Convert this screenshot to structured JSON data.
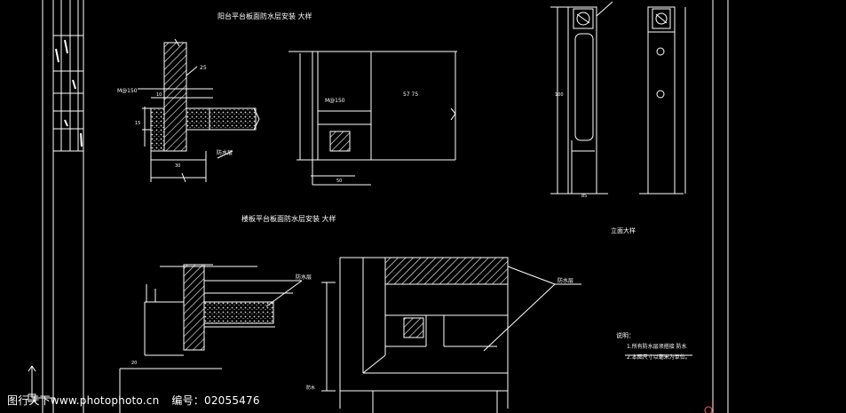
{
  "colors": {
    "background": "#000000",
    "line": "#ffffff",
    "accent": "#ff3b3b"
  },
  "drawing": {
    "title_top": "阳台平台板面防水层安装 大样",
    "title_bottom": "楼板平台板面防水层安装 大样",
    "title_right": "立面大样",
    "labels": {
      "slab_a": "M@150",
      "slab_b": "M@150",
      "waterproof_a": "防水层",
      "waterproof_b": "防水层",
      "waterproof_c": "防水层",
      "note_a": "防水",
      "dim_25": "25",
      "dim_10": "10",
      "dim_30": "30",
      "dim_15": "15",
      "dim_20": "20",
      "dim_100": "100",
      "dim_50": "50",
      "dim_85": "85",
      "dim_57": "57 75"
    },
    "notes": {
      "heading": "说明：",
      "line1": "1.所有防水层须搭接     防水",
      "line2": "2.本图尺寸以毫米为单位。"
    }
  },
  "watermark": {
    "site": "图行天下www.photophoto.cn",
    "id_label": "编号：",
    "id_value": "02055476"
  }
}
